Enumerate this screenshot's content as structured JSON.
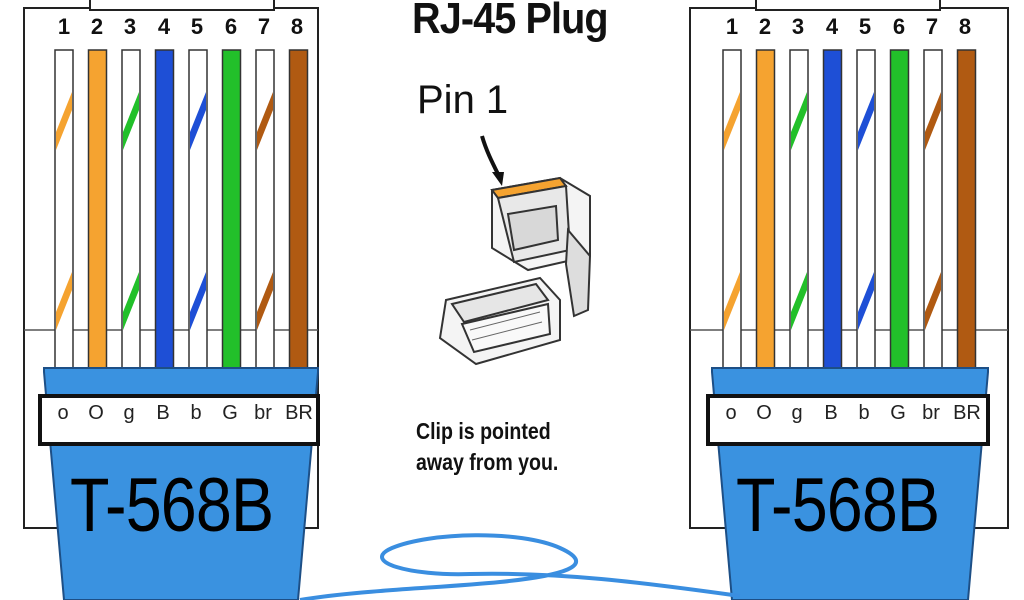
{
  "title": "RJ-45 Plug",
  "pin_label": "Pin 1",
  "note": {
    "line1": "Clip is pointed",
    "line2": "away from you."
  },
  "connectors": [
    {
      "standard": "T-568B",
      "pins": [
        "1",
        "2",
        "3",
        "4",
        "5",
        "6",
        "7",
        "8"
      ],
      "codes": [
        "o",
        "O",
        "g",
        "B",
        "b",
        "G",
        "br",
        "BR"
      ]
    },
    {
      "standard": "T-568B",
      "pins": [
        "1",
        "2",
        "3",
        "4",
        "5",
        "6",
        "7",
        "8"
      ],
      "codes": [
        "o",
        "O",
        "g",
        "B",
        "b",
        "G",
        "br",
        "BR"
      ]
    }
  ],
  "wire_colors": {
    "orange": "#f5a330",
    "green": "#22c02a",
    "blue": "#1e4fd6",
    "brown": "#b05a12",
    "body_blue": "#3a92e0",
    "cable_blue": "#3a8ee0"
  }
}
